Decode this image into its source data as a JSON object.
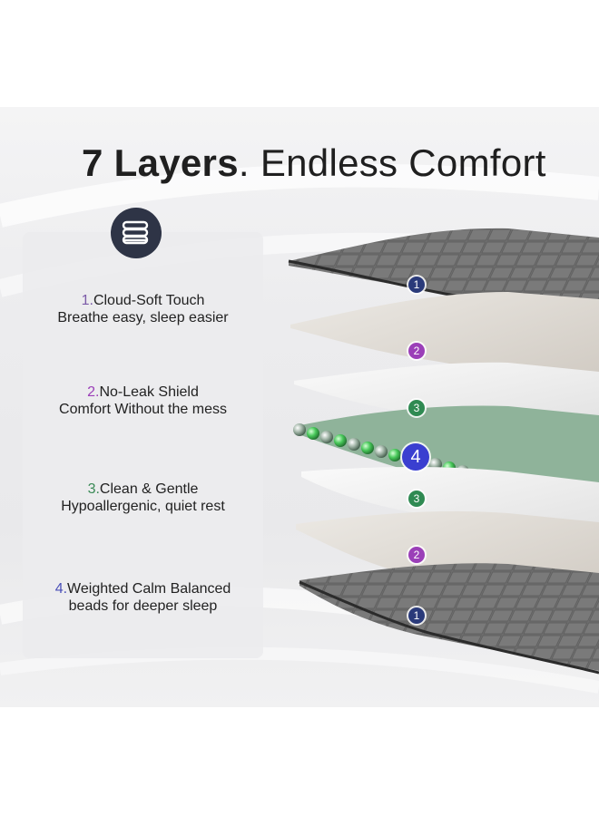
{
  "headline": {
    "bold": "7 Layers",
    "rest": ". Endless Comfort"
  },
  "icon": {
    "name": "blanket-icon",
    "color": "#2e3446"
  },
  "features": [
    {
      "number": "1.",
      "title": "Cloud-Soft Touch",
      "subtitle": "Breathe easy, sleep easier"
    },
    {
      "number": "2.",
      "title": "No-Leak Shield",
      "subtitle": "Comfort Without the mess"
    },
    {
      "number": "3.",
      "title": "Clean & Gentle",
      "subtitle": "Hypoallergenic, quiet rest"
    },
    {
      "number": "4.",
      "title": "Weighted Calm Balanced",
      "subtitle": "beads for deeper sleep"
    }
  ],
  "markers": [
    "1",
    "2",
    "3",
    "4",
    "3",
    "2",
    "1"
  ],
  "colors": {
    "marker_1": "#2a3a7a",
    "marker_2": "#9b3fb8",
    "marker_3": "#2f8a52",
    "marker_4": "#3a3fd0"
  }
}
